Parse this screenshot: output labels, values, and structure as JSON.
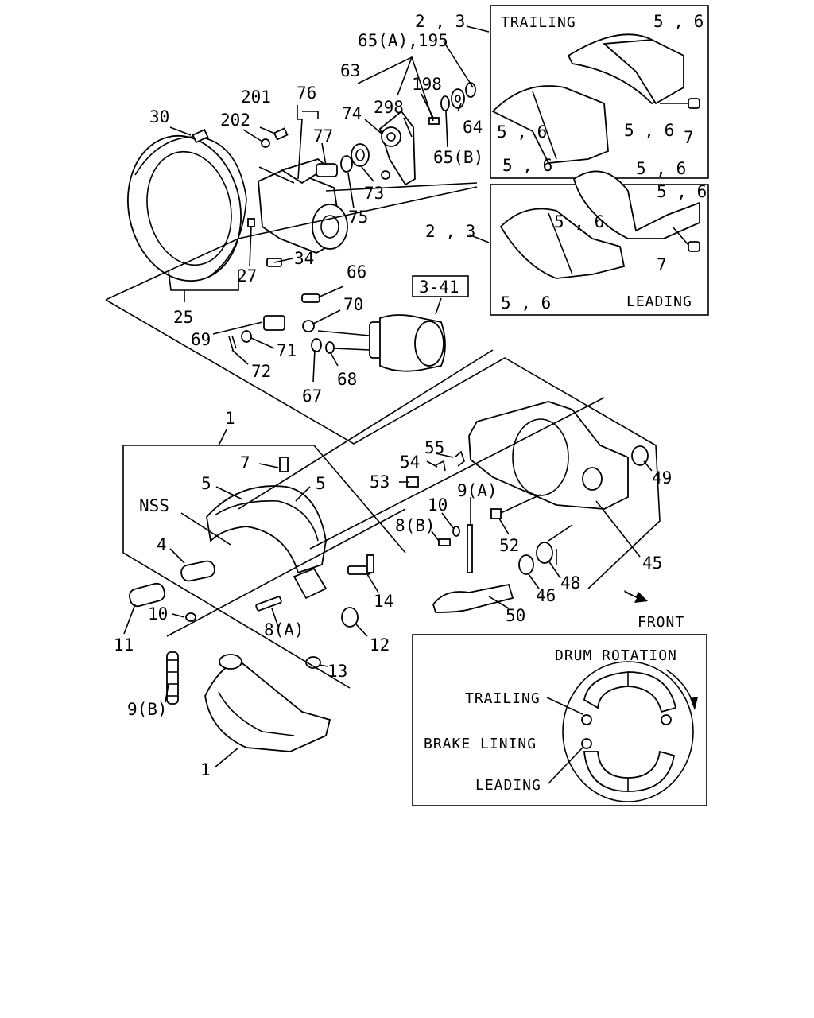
{
  "callouts": [
    {
      "id": "c-2-3-top",
      "text": "2 , 3"
    },
    {
      "id": "c-65a-195",
      "text": "65(A),195"
    },
    {
      "id": "c-63",
      "text": "63"
    },
    {
      "id": "c-198",
      "text": "198"
    },
    {
      "id": "c-298",
      "text": "298"
    },
    {
      "id": "c-76",
      "text": "76"
    },
    {
      "id": "c-74",
      "text": "74"
    },
    {
      "id": "c-201",
      "text": "201"
    },
    {
      "id": "c-30",
      "text": "30"
    },
    {
      "id": "c-202",
      "text": "202"
    },
    {
      "id": "c-77",
      "text": "77"
    },
    {
      "id": "c-64",
      "text": "64"
    },
    {
      "id": "c-65b",
      "text": "65(B)"
    },
    {
      "id": "c-73",
      "text": "73"
    },
    {
      "id": "c-75",
      "text": "75"
    },
    {
      "id": "c-34",
      "text": "34"
    },
    {
      "id": "c-27",
      "text": "27"
    },
    {
      "id": "c-25",
      "text": "25"
    },
    {
      "id": "c-66",
      "text": "66"
    },
    {
      "id": "c-70",
      "text": "70"
    },
    {
      "id": "c-69",
      "text": "69"
    },
    {
      "id": "c-71",
      "text": "71"
    },
    {
      "id": "c-72",
      "text": "72"
    },
    {
      "id": "c-67",
      "text": "67"
    },
    {
      "id": "c-68",
      "text": "68"
    },
    {
      "id": "c-1-top",
      "text": "1"
    },
    {
      "id": "c-7-mid",
      "text": "7"
    },
    {
      "id": "c-5-left",
      "text": "5"
    },
    {
      "id": "c-5-right",
      "text": "5"
    },
    {
      "id": "c-nss",
      "text": "NSS"
    },
    {
      "id": "c-4",
      "text": "4"
    },
    {
      "id": "c-55",
      "text": "55"
    },
    {
      "id": "c-54",
      "text": "54"
    },
    {
      "id": "c-53",
      "text": "53"
    },
    {
      "id": "c-9a",
      "text": "9(A)"
    },
    {
      "id": "c-10-right",
      "text": "10"
    },
    {
      "id": "c-8b",
      "text": "8(B)"
    },
    {
      "id": "c-49",
      "text": "49"
    },
    {
      "id": "c-52",
      "text": "52"
    },
    {
      "id": "c-45",
      "text": "45"
    },
    {
      "id": "c-48",
      "text": "48"
    },
    {
      "id": "c-46",
      "text": "46"
    },
    {
      "id": "c-50",
      "text": "50"
    },
    {
      "id": "c-14",
      "text": "14"
    },
    {
      "id": "c-10-left",
      "text": "10"
    },
    {
      "id": "c-11",
      "text": "11"
    },
    {
      "id": "c-8a",
      "text": "8(A)"
    },
    {
      "id": "c-12",
      "text": "12"
    },
    {
      "id": "c-13",
      "text": "13"
    },
    {
      "id": "c-9b",
      "text": "9(B)"
    },
    {
      "id": "c-1-bottom",
      "text": "1"
    },
    {
      "id": "c-front",
      "text": "FRONT"
    }
  ],
  "ref_box": {
    "text": "3-41"
  },
  "inset_trailing": {
    "title": "TRAILING",
    "labels": [
      "5 , 6",
      "5 , 6",
      "5 , 6",
      "5 , 6",
      "7"
    ]
  },
  "inset_leading": {
    "title": "LEADING",
    "labels": [
      "5 , 6",
      "5 , 6",
      "5 , 6",
      "5 , 6",
      "7"
    ],
    "callout": "2 , 3"
  },
  "rotation_box": {
    "title": "DRUM ROTATION",
    "trailing": "TRAILING",
    "brake_lining": "BRAKE LINING",
    "leading": "LEADING"
  }
}
